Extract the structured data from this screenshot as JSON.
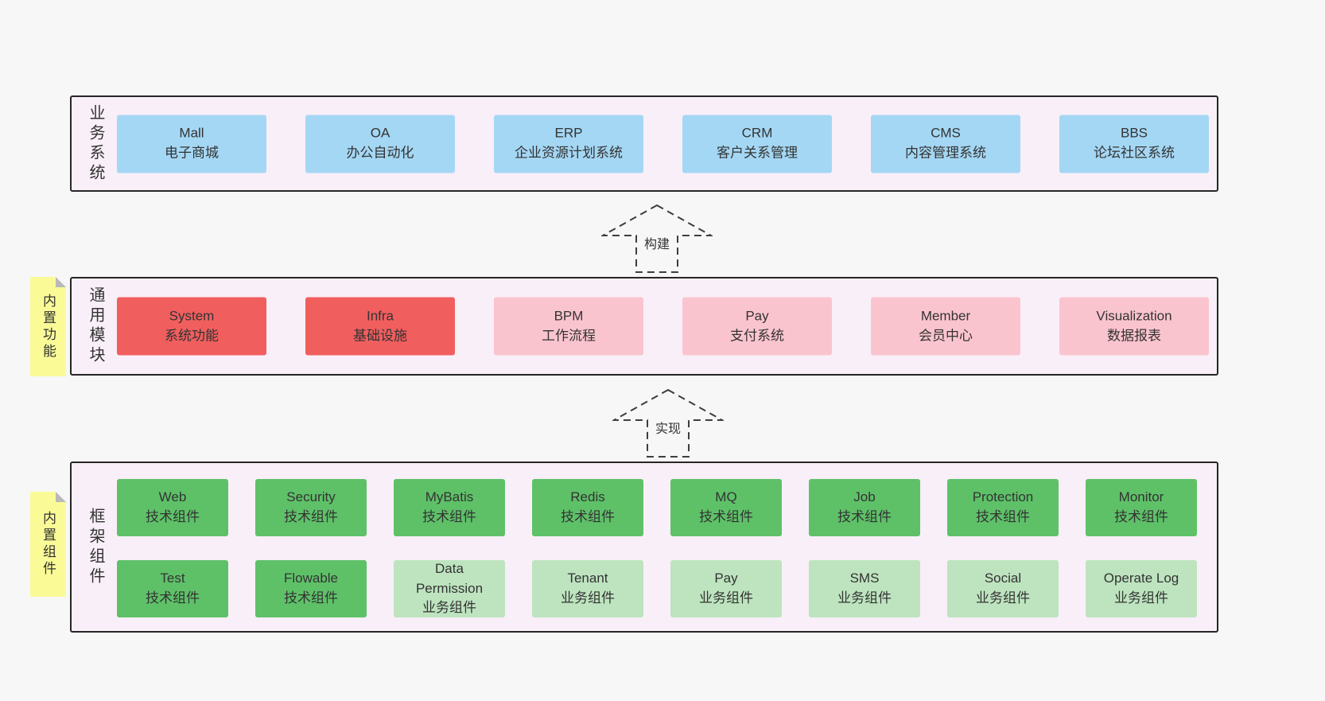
{
  "palette": {
    "background": "#f7f7f7",
    "layer_background": "#f9eff8",
    "layer_border": "#262626",
    "blue": "#a4d7f4",
    "red": "#f15e5e",
    "pink": "#fac4ce",
    "green": "#5ec168",
    "light_green": "#bde4bf",
    "sticky_yellow": "#fafb97",
    "text": "#333333"
  },
  "arrows": [
    {
      "label": "构建"
    },
    {
      "label": "实现"
    }
  ],
  "stickies": [
    {
      "label": "内置功能"
    },
    {
      "label": "内置组件"
    }
  ],
  "layers": [
    {
      "label": "业务系统",
      "boxes": [
        {
          "title": "Mall",
          "subtitle": "电子商城"
        },
        {
          "title": "OA",
          "subtitle": "办公自动化"
        },
        {
          "title": "ERP",
          "subtitle": "企业资源计划系统"
        },
        {
          "title": "CRM",
          "subtitle": "客户关系管理"
        },
        {
          "title": "CMS",
          "subtitle": "内容管理系统"
        },
        {
          "title": "BBS",
          "subtitle": "论坛社区系统"
        }
      ]
    },
    {
      "label": "通用模块",
      "boxes": [
        {
          "title": "System",
          "subtitle": "系统功能"
        },
        {
          "title": "Infra",
          "subtitle": "基础设施"
        },
        {
          "title": "BPM",
          "subtitle": "工作流程"
        },
        {
          "title": "Pay",
          "subtitle": "支付系统"
        },
        {
          "title": "Member",
          "subtitle": "会员中心"
        },
        {
          "title": "Visualization",
          "subtitle": "数据报表"
        }
      ]
    },
    {
      "label": "框架组件",
      "rows": [
        [
          {
            "title": "Web",
            "subtitle": "技术组件"
          },
          {
            "title": "Security",
            "subtitle": "技术组件"
          },
          {
            "title": "MyBatis",
            "subtitle": "技术组件"
          },
          {
            "title": "Redis",
            "subtitle": "技术组件"
          },
          {
            "title": "MQ",
            "subtitle": "技术组件"
          },
          {
            "title": "Job",
            "subtitle": "技术组件"
          },
          {
            "title": "Protection",
            "subtitle": "技术组件"
          },
          {
            "title": "Monitor",
            "subtitle": "技术组件"
          }
        ],
        [
          {
            "title": "Test",
            "subtitle": "技术组件"
          },
          {
            "title": "Flowable",
            "subtitle": "技术组件"
          },
          {
            "title": "Data Permission",
            "subtitle": "业务组件"
          },
          {
            "title": "Tenant",
            "subtitle": "业务组件"
          },
          {
            "title": "Pay",
            "subtitle": "业务组件"
          },
          {
            "title": "SMS",
            "subtitle": "业务组件"
          },
          {
            "title": "Social",
            "subtitle": "业务组件"
          },
          {
            "title": "Operate Log",
            "subtitle": "业务组件"
          }
        ]
      ]
    }
  ]
}
